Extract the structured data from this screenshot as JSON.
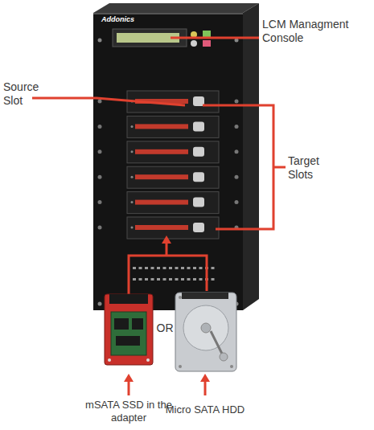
{
  "diagram": {
    "labels": [
      "Addonics",
      "LCM Managment Console",
      "Source Slot",
      "Target Slots",
      "OR",
      "mSATA SSD in the adapter",
      "Micro SATA HDD"
    ]
  }
}
